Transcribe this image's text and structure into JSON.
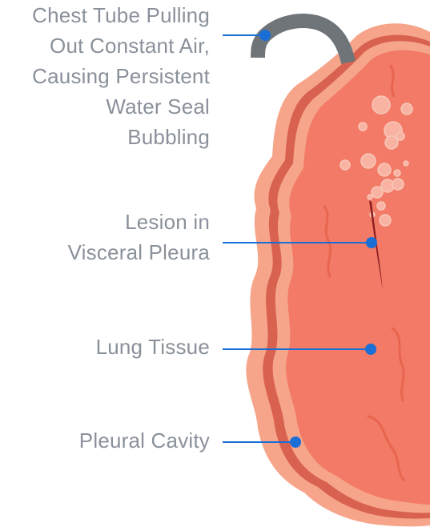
{
  "labels": {
    "chest_tube": "Chest Tube Pulling\nOut Constant Air,\nCausing Persistent\nWater Seal\nBubbling",
    "lesion": "Lesion in\nVisceral Pleura",
    "lung_tissue": "Lung Tissue",
    "pleural_cavity": "Pleural Cavity"
  },
  "colors": {
    "label_text": "#8a919b",
    "leader_line": "#1a6fd6",
    "lung_outer": "#f6a58a",
    "lung_gap": "#d8614f",
    "lung_tissue": "#f27a66",
    "bubble": "#f9b3a2",
    "bubble_edge": "#f7c7b9",
    "lesion": "#8c1f1f",
    "tube": "#6f7479"
  },
  "icons": {
    "leader_dot": "circle-marker"
  }
}
